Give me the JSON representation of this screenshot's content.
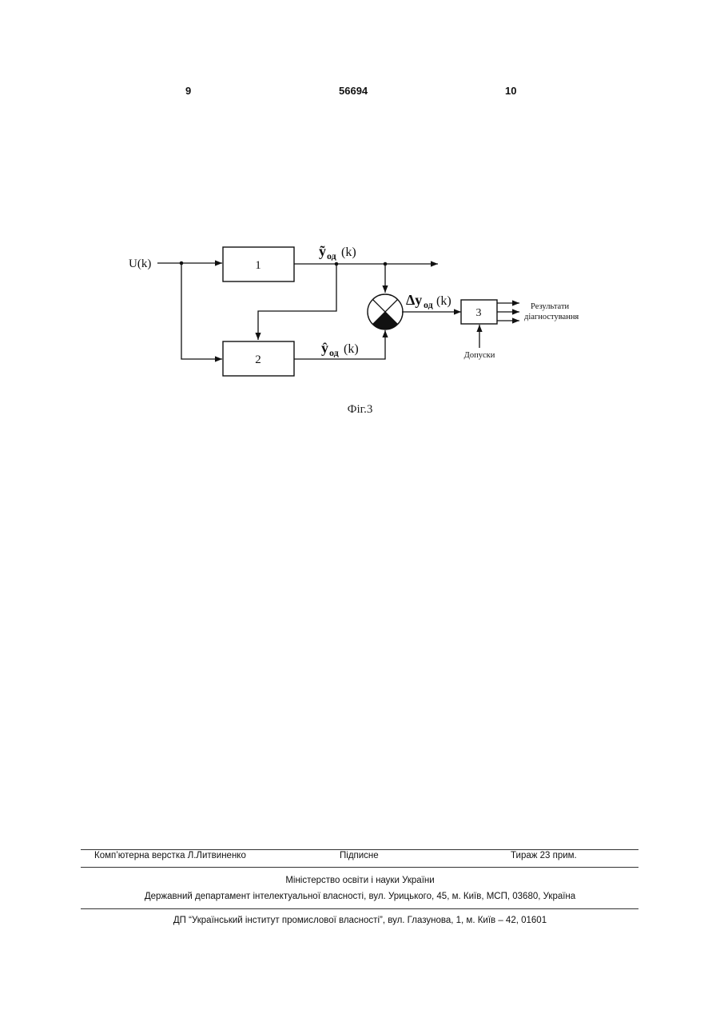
{
  "header": {
    "page_left": "9",
    "patent_number": "56694",
    "page_right": "10"
  },
  "diagram": {
    "input_label": "U(k)",
    "block1_label": "1",
    "block2_label": "2",
    "block3_label": "3",
    "y_tilde_main": "ỹ",
    "y_hat_main": "ŷ",
    "delta_main": "Δy",
    "subscript": "од",
    "arg": "(k)",
    "results_line1": "Результати",
    "results_line2": "діагностування",
    "tolerances": "Допуски"
  },
  "caption": "Фіг.3",
  "footer": {
    "layout": "Комп’ютерна верстка Л.Литвиненко",
    "signed": "Підписне",
    "circulation": "Тираж 23 прим.",
    "ministry": "Міністерство освіти і науки України",
    "department": "Державний департамент інтелектуальної власності, вул. Урицького, 45, м. Київ, МСП, 03680, Україна",
    "institute": "ДП “Український інститут промислової власності”, вул. Глазунова, 1, м. Київ – 42, 01601"
  }
}
